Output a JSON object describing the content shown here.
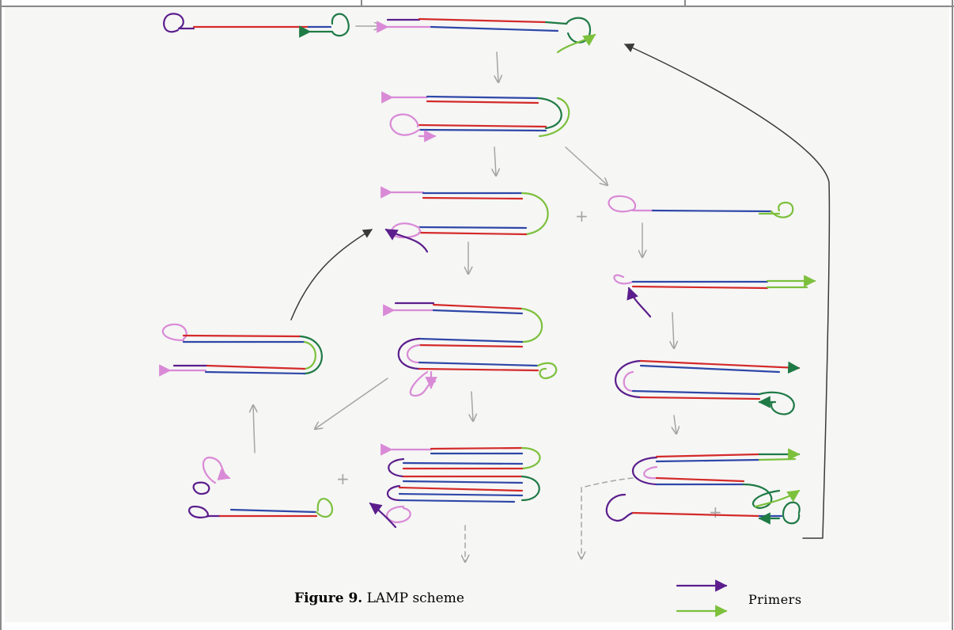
{
  "figure": {
    "caption_label": "Figure 9.",
    "caption_text": "LAMP scheme"
  },
  "legend": {
    "label": "Primers",
    "items": [
      {
        "color": "#5b1e8c"
      },
      {
        "color": "#7cc03c"
      }
    ]
  },
  "colors": {
    "background": "#f6f6f5",
    "border": "#8a8a8a",
    "red": "#d42a2a",
    "blue": "#2e47a8",
    "purple": "#5b1e8c",
    "pink": "#d98ad6",
    "dark_green": "#1f7a45",
    "light_green": "#7cc03c",
    "arrow_gray": "#a5a5a5",
    "arrow_black": "#3a3a3a"
  }
}
